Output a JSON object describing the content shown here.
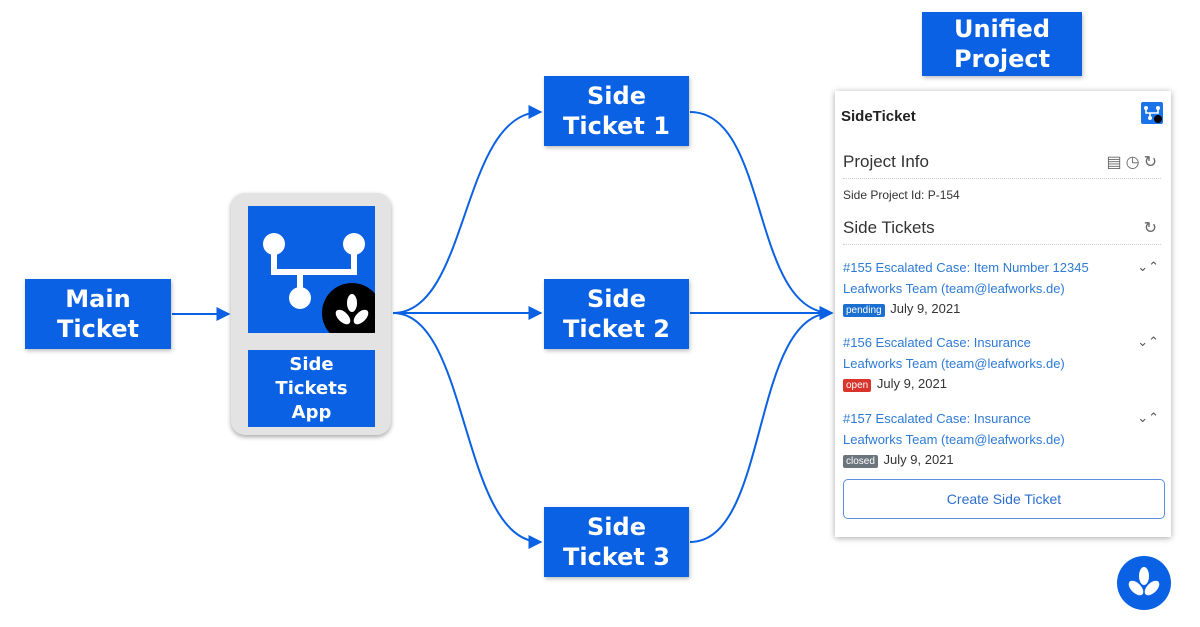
{
  "colors": {
    "brand_blue": "#0a61e3",
    "link_blue": "#2d7ad6",
    "pending": "#1a6fd0",
    "open": "#d9342b",
    "closed": "#6c757d"
  },
  "nodes": {
    "main_ticket": [
      "Main",
      "Ticket"
    ],
    "app": [
      "Side",
      "Tickets",
      "App"
    ],
    "side1": [
      "Side",
      "Ticket 1"
    ],
    "side2": [
      "Side",
      "Ticket 2"
    ],
    "side3": [
      "Side",
      "Ticket 3"
    ],
    "unified": [
      "Unified",
      "Project"
    ]
  },
  "panel": {
    "title": "SideTicket",
    "project_info_title": "Project Info",
    "project_id_label": "Side Project Id: P-154",
    "side_tickets_title": "Side Tickets",
    "icons": {
      "project_info": [
        "document-icon",
        "history-icon",
        "refresh-icon"
      ],
      "side_tickets": [
        "refresh-icon"
      ]
    },
    "tickets": [
      {
        "title": "#155 Escalated Case: Item Number 12345",
        "team": "Leafworks Team (team@leafworks.de)",
        "status": "pending",
        "date": "July 9, 2021"
      },
      {
        "title": "#156 Escalated Case: Insurance",
        "team": "Leafworks Team (team@leafworks.de)",
        "status": "open",
        "date": "July 9, 2021"
      },
      {
        "title": "#157 Escalated Case: Insurance",
        "team": "Leafworks Team (team@leafworks.de)",
        "status": "closed",
        "date": "July 9, 2021"
      }
    ],
    "create_button": "Create Side Ticket"
  },
  "icons": {
    "app_icon": "branch-icon",
    "leaf_badge": "leaf-icon",
    "corner_logo": "leaf-logo-icon"
  }
}
